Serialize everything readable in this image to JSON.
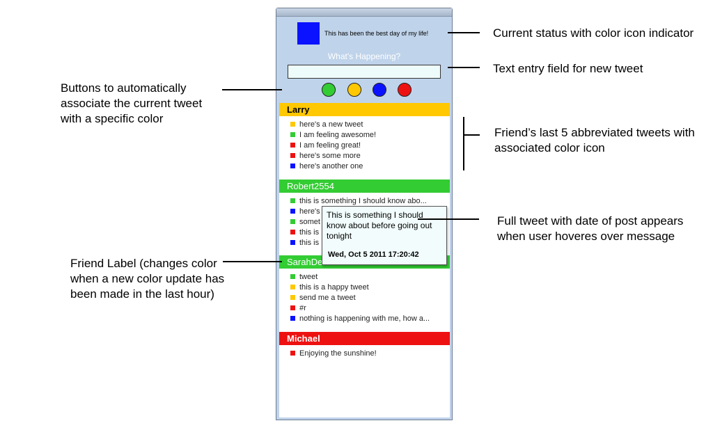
{
  "app": {
    "status": {
      "text": "This has been the best day of my life!",
      "color": "#0a12ff"
    },
    "prompt": "What's Happening?",
    "input": {
      "value": "",
      "placeholder": ""
    },
    "color_buttons": [
      {
        "name": "green",
        "color": "#33cc33"
      },
      {
        "name": "yellow",
        "color": "#ffc800"
      },
      {
        "name": "blue",
        "color": "#0a12ff"
      },
      {
        "name": "red",
        "color": "#ee1111"
      }
    ]
  },
  "colors": {
    "yellow": "#ffc800",
    "green": "#33cc33",
    "red": "#ee1111",
    "blue": "#0a12ff"
  },
  "friends": [
    {
      "name": "Larry",
      "label_color": "#ffc800",
      "label_text_color": "#000000",
      "tweets": [
        {
          "text": "here's a new tweet",
          "color": "#ffc800"
        },
        {
          "text": "I am feeling awesome!",
          "color": "#33cc33"
        },
        {
          "text": "I am feeling great!",
          "color": "#ee1111"
        },
        {
          "text": "here's some more",
          "color": "#ee1111"
        },
        {
          "text": "here's another one",
          "color": "#0a12ff"
        }
      ]
    },
    {
      "name": "Robert2554",
      "label_color": "#33cc33",
      "label_text_color": "#ffffff",
      "tweets": [
        {
          "text": "this is something I should know abo...",
          "color": "#33cc33"
        },
        {
          "text": "here's",
          "color": "#0a12ff"
        },
        {
          "text": "somet",
          "color": "#33cc33"
        },
        {
          "text": "this is",
          "color": "#ee1111"
        },
        {
          "text": "this is",
          "color": "#0a12ff"
        }
      ]
    },
    {
      "name": "SarahDe",
      "label_color": "#33cc33",
      "label_text_color": "#ffffff",
      "tweets": [
        {
          "text": "tweet",
          "color": "#33cc33"
        },
        {
          "text": "this is a happy tweet",
          "color": "#ffc800"
        },
        {
          "text": "send me a tweet",
          "color": "#ffc800"
        },
        {
          "text": "#r",
          "color": "#ee1111"
        },
        {
          "text": "nothing is happening with me, how a...",
          "color": "#0a12ff"
        }
      ]
    },
    {
      "name": "Michael",
      "label_color": "#ee1111",
      "label_text_color": "#ffffff",
      "tweets": [
        {
          "text": "Enjoying the sunshine!",
          "color": "#ee1111"
        }
      ]
    }
  ],
  "tooltip": {
    "text": "This is something I should know about before going out tonight",
    "date": "Wed,  Oct 5 2011 17:20:42"
  },
  "annotations": {
    "status": "Current status with color icon indicator",
    "input": "Text entry field for new tweet",
    "buttons": "Buttons to automatically associate the current tweet with a specific color",
    "tweets": "Friend’s last 5 abbreviated tweets with associated color icon",
    "tooltip": "Full tweet with date of post appears when user hoveres over message",
    "label": "Friend Label (changes color when a new color update has been made in the last hour)"
  }
}
